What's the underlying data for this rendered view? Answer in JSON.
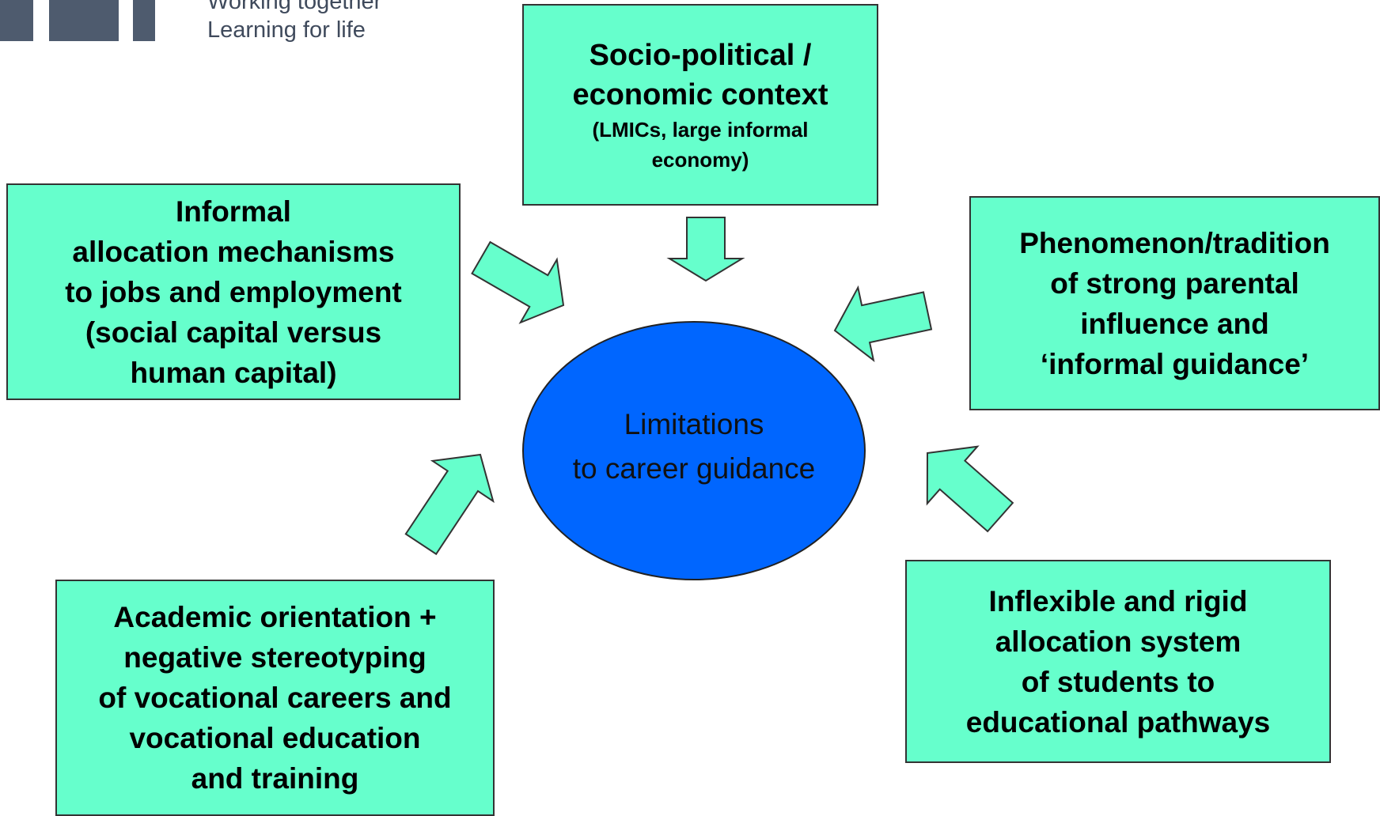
{
  "logo": {
    "tagline_line1": "Working together",
    "tagline_line2": "Learning for life"
  },
  "diagram": {
    "center": "Limitations\nto career guidance",
    "top": {
      "title": "Socio-political /\neconomic context",
      "subtitle": "(LMICs, large informal\neconomy)"
    },
    "left": "Informal\nallocation mechanisms\nto jobs and employment\n(social capital versus\n  human capital)",
    "right": "Phenomenon/tradition\nof strong parental\ninfluence and\n‘informal guidance’",
    "bottom_left": "Academic orientation +\nnegative stereotyping\nof vocational careers and\n vocational education\n and training",
    "bottom_right": "Inflexible and rigid\n allocation system\n of students to\neducational pathways"
  },
  "colors": {
    "box_fill": "#66ffcc",
    "center_fill": "#0066ff",
    "logo": "#4e5b6e"
  }
}
